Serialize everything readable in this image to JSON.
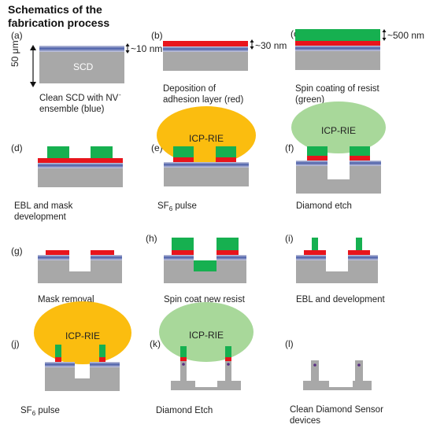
{
  "title_lines": [
    "Schematics of the",
    "fabrication process"
  ],
  "colors": {
    "substrate": "#a8a8a8",
    "nv_layer": "#4a5ea8",
    "adhesion": "#e8141c",
    "resist": "#16b050",
    "plasma_sf6": "#fbbd0f",
    "plasma_diamond": "#a8d89a",
    "nv_dot": "#5a2d82"
  },
  "panels": {
    "a": {
      "label": "(a)",
      "caption": [
        "Clean SCD with NV",
        "ensemble (blue)"
      ],
      "superscript": "-",
      "scale": "50 μm",
      "substrate_text": "SCD",
      "thickness": "~10 nm"
    },
    "b": {
      "label": "(b)",
      "caption": [
        "Deposition of",
        "adhesion layer (red)"
      ],
      "thickness": "~30 nm"
    },
    "c": {
      "label": "(c)",
      "caption": [
        "Spin coating of resist",
        "(green)"
      ],
      "thickness": "~500 nm"
    },
    "d": {
      "label": "(d)",
      "caption": [
        "EBL and mask",
        "development"
      ]
    },
    "e": {
      "label": "(e)",
      "caption_main": "SF",
      "caption_sub": "6",
      "caption_tail": " pulse",
      "plasma": "ICP-RIE"
    },
    "f": {
      "label": "(f)",
      "caption": [
        "Diamond etch"
      ],
      "plasma": "ICP-RIE"
    },
    "g": {
      "label": "(g)",
      "caption": [
        "Mask removal"
      ]
    },
    "h": {
      "label": "(h)",
      "caption": [
        "Spin coat new resist"
      ]
    },
    "i": {
      "label": "(i)",
      "caption": [
        "EBL and development"
      ]
    },
    "j": {
      "label": "(j)",
      "caption_main": "SF",
      "caption_sub": "6",
      "caption_tail": " pulse",
      "plasma": "ICP-RIE"
    },
    "k": {
      "label": "(k)",
      "caption": [
        "Diamond Etch"
      ],
      "plasma": "ICP-RIE"
    },
    "l": {
      "label": "(l)",
      "caption": [
        "Clean Diamond Sensor",
        "devices"
      ]
    }
  }
}
